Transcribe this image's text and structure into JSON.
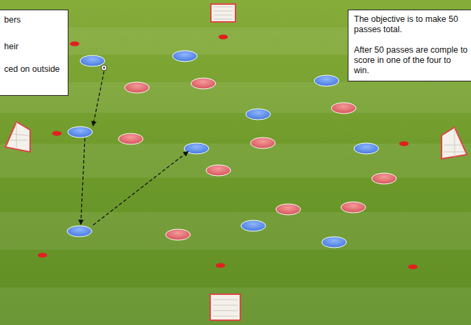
{
  "diagram": {
    "nodes": [
      {
        "text": [
          "bers",
          "heir",
          "ced on outside"
        ]
      },
      {
        "text": [
          "The objective is to make 50 passes total.",
          "After 50 passes are comple to score in one of the four to win."
        ]
      }
    ]
  }
}
